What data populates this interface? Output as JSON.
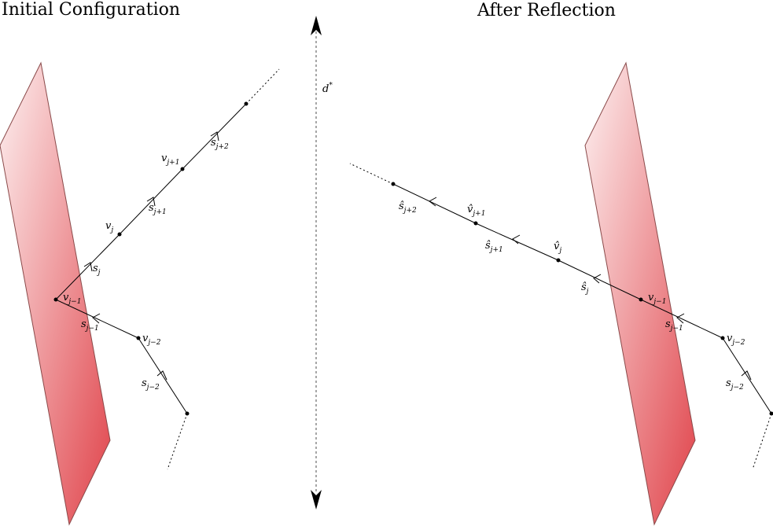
{
  "titles": {
    "left": "Initial Configuration",
    "right": "After Reflection"
  },
  "distance_label": {
    "base": "d",
    "sup": "*"
  },
  "left_labels": {
    "v_j1": {
      "base": "v",
      "sub": "j+1"
    },
    "s_j2": {
      "base": "s",
      "sub": "j+2"
    },
    "s_j1": {
      "base": "s",
      "sub": "j+1"
    },
    "v_j": {
      "base": "v",
      "sub": "j"
    },
    "s_j": {
      "base": "s",
      "sub": "j"
    },
    "v_jm1": {
      "base": "v",
      "sub": "j−1"
    },
    "s_jm1": {
      "base": "s",
      "sub": "j−1"
    },
    "v_jm2": {
      "base": "v",
      "sub": "j−2"
    },
    "s_jm2": {
      "base": "s",
      "sub": "j−2"
    }
  },
  "right_labels": {
    "s_j2": {
      "base": "ŝ",
      "sub": "j+2"
    },
    "v_j1": {
      "base": "v̂",
      "sub": "j+1"
    },
    "s_j1": {
      "base": "ŝ",
      "sub": "j+1"
    },
    "v_j": {
      "base": "v̂",
      "sub": "j"
    },
    "s_j": {
      "base": "ŝ",
      "sub": "j"
    },
    "v_jm1": {
      "base": "v",
      "sub": "j−1"
    },
    "s_jm1": {
      "base": "s",
      "sub": "j−1"
    },
    "v_jm2": {
      "base": "v",
      "sub": "j−2"
    },
    "s_jm2": {
      "base": "s",
      "sub": "j−2"
    }
  },
  "colors": {
    "plane_light": "#fdf0f0",
    "plane_dark": "#e0434a"
  }
}
